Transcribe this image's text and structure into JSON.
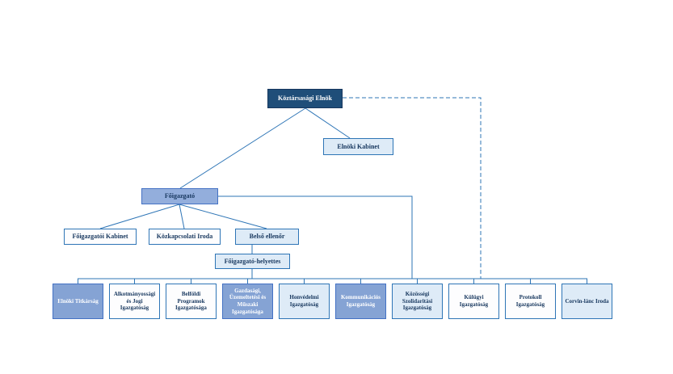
{
  "palette": {
    "dark_fill": "#1F4E79",
    "medium_fill": "#93AEDC",
    "accent_fill": "#85A3D4",
    "light_fill": "#DEEBF7",
    "white_fill": "#FDFDFE",
    "border_blue": "#2E75B6",
    "line_blue": "#2E75B6",
    "text_navy": "#17375E",
    "text_white": "#FFFFFF"
  },
  "nodes": {
    "president": {
      "label": "Köztársasági Elnök"
    },
    "presidential_cabinet": {
      "label": "Elnöki Kabinet"
    },
    "director_general": {
      "label": "Főigazgató"
    },
    "dg_cabinet": {
      "label": "Főigazgatói Kabinet"
    },
    "public_relations_office": {
      "label": "Közkapcsolati Iroda"
    },
    "internal_auditor": {
      "label": "Belső ellenőr"
    },
    "deputy_director_general": {
      "label": "Főigazgató-helyettes"
    },
    "departments": [
      {
        "label": "Elnöki Titkárság"
      },
      {
        "label": "Alkotmányossági és Jogi Igazgatóság"
      },
      {
        "label": "Belföldi Programok Igazgatósága"
      },
      {
        "label": "Gazdasági, Üzemeltetési és Műszaki Igazgatósága"
      },
      {
        "label": "Honvédelmi Igazgatóság"
      },
      {
        "label": "Kommunikációs Igazgatóság"
      },
      {
        "label": "Közösségi Szolidaritási Igazgatóság"
      },
      {
        "label": "Külügyi Igazgatóság"
      },
      {
        "label": "Protokoll Igazgatóság"
      },
      {
        "label": "Corvin-lánc Iroda"
      }
    ]
  }
}
